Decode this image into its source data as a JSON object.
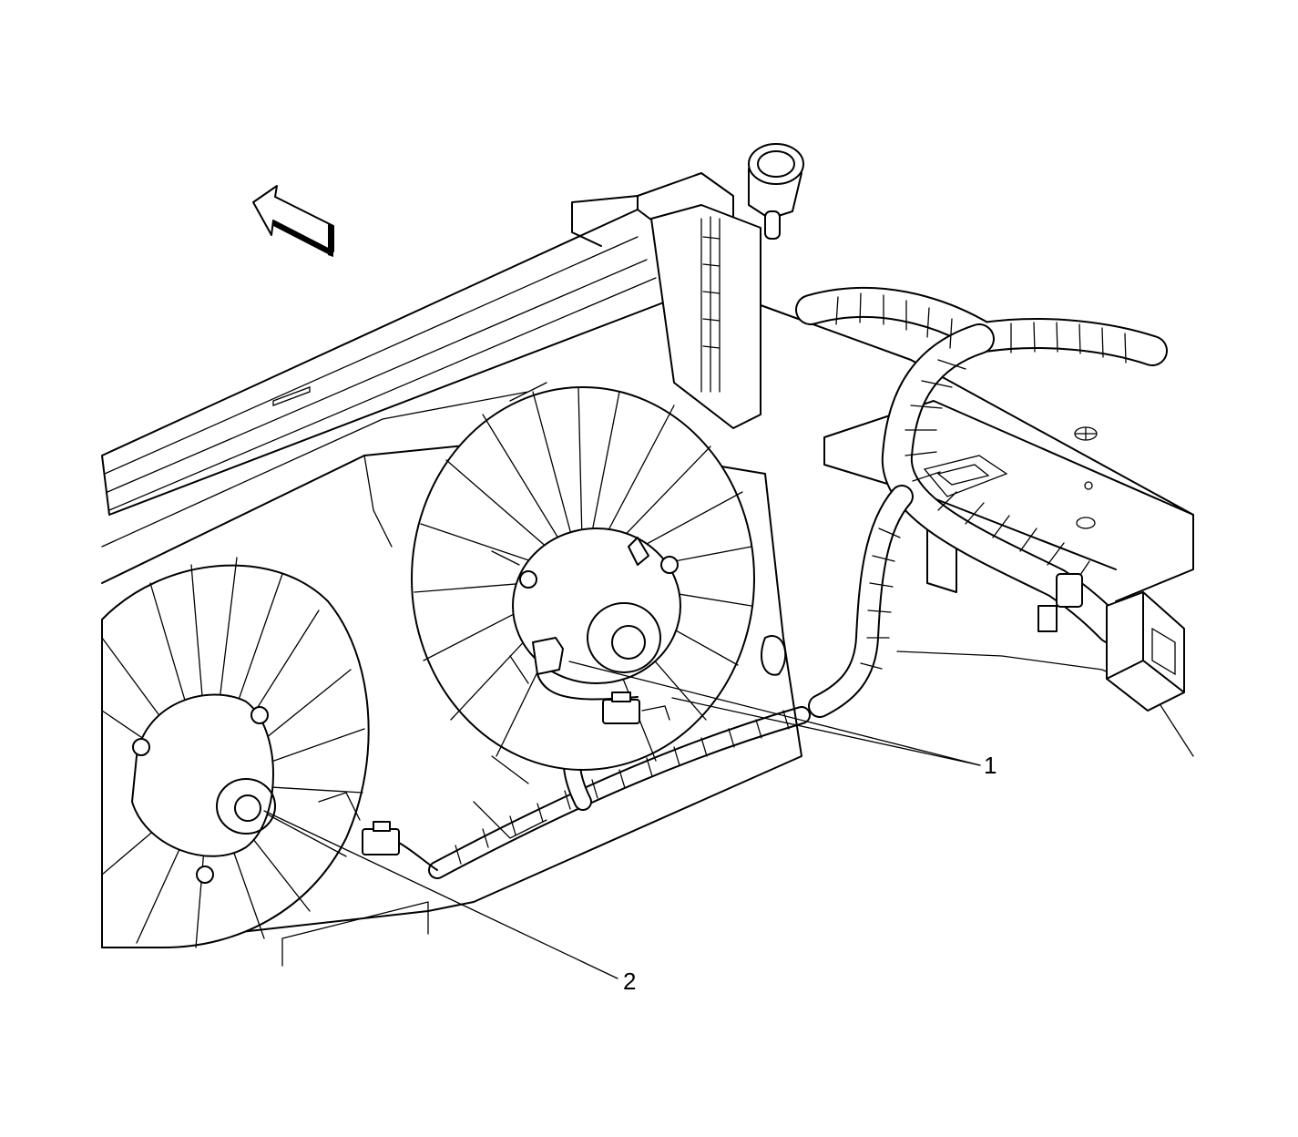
{
  "callouts": [
    {
      "id": "1",
      "label": "1",
      "target": "cooling-fan-motor-connector-right"
    },
    {
      "id": "2",
      "label": "2",
      "target": "cooling-fan-motor-connector-left"
    }
  ],
  "colors": {
    "line": "#000000",
    "background": "#ffffff"
  },
  "icons": {
    "direction_arrow": "front-direction-arrow-icon"
  }
}
